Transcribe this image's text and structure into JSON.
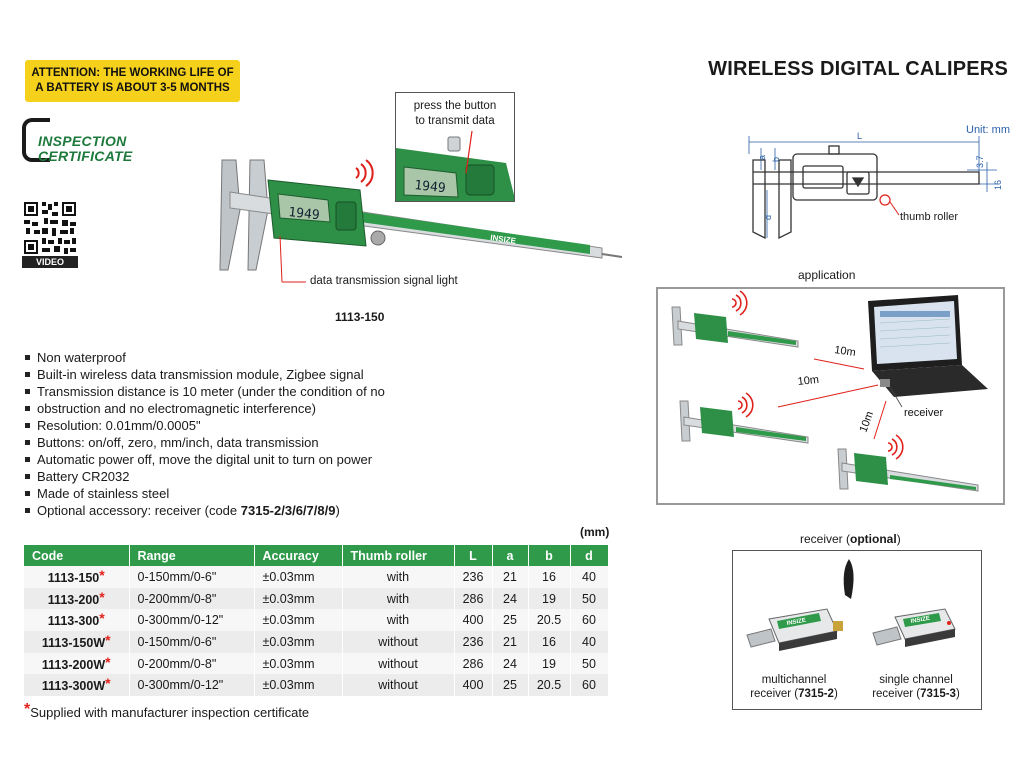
{
  "attention": {
    "line1": "ATTENTION: THE WORKING LIFE OF",
    "line2": "A BATTERY IS ABOUT 3-5 MONTHS"
  },
  "certificate": {
    "line1": "INSPECTION",
    "line2": "CERTIFICATE"
  },
  "video_label": "VIDEO",
  "title": "WIRELESS DIGITAL CALIPERS",
  "product_image": {
    "callout_line1": "press the button",
    "callout_line2": "to transmit data",
    "display_value": "1949",
    "brand": "INSIZE",
    "signal_light_label": "data transmission signal light",
    "model": "1113-150"
  },
  "features": [
    "Non waterproof",
    "Built-in wireless data transmission module, Zigbee signal",
    "Transmission distance is 10 meter (under the condition of no",
    "obstruction and no electromagnetic interference)",
    "Resolution: 0.01mm/0.0005\"",
    "Buttons: on/off, zero, mm/inch, data transmission",
    "Automatic power off, move the digital unit to turn on power",
    "Battery CR2032",
    "Made of stainless steel"
  ],
  "accessory": {
    "prefix": "Optional accessory: receiver (code ",
    "code": "7315-2/3/6/7/8/9",
    "suffix": ")"
  },
  "table": {
    "unit": "(mm)",
    "headers": [
      "Code",
      "Range",
      "Accuracy",
      "Thumb roller",
      "L",
      "a",
      "b",
      "d"
    ],
    "rows": [
      [
        "1113-150",
        "0-150mm/0-6\"",
        "±0.03mm",
        "with",
        "236",
        "21",
        "16",
        "40"
      ],
      [
        "1113-200",
        "0-200mm/0-8\"",
        "±0.03mm",
        "with",
        "286",
        "24",
        "19",
        "50"
      ],
      [
        "1113-300",
        "0-300mm/0-12\"",
        "±0.03mm",
        "with",
        "400",
        "25",
        "20.5",
        "60"
      ],
      [
        "1113-150W",
        "0-150mm/0-6\"",
        "±0.03mm",
        "without",
        "236",
        "21",
        "16",
        "40"
      ],
      [
        "1113-200W",
        "0-200mm/0-8\"",
        "±0.03mm",
        "without",
        "286",
        "24",
        "19",
        "50"
      ],
      [
        "1113-300W",
        "0-300mm/0-12\"",
        "±0.03mm",
        "without",
        "400",
        "25",
        "20.5",
        "60"
      ]
    ],
    "star": "*"
  },
  "footnote": {
    "star": "*",
    "text": "Supplied with manufacturer inspection certificate"
  },
  "dimension_diagram": {
    "unit": "Unit: mm",
    "label_L": "L",
    "label_a": "a",
    "label_b": "b",
    "label_d": "d",
    "label_37": "3.7",
    "label_16": "16",
    "thumb_roller": "thumb roller"
  },
  "application": {
    "label": "application",
    "distance1": "10m",
    "distance2": "10m",
    "distance3": "10m",
    "receiver": "receiver"
  },
  "receivers": {
    "heading_prefix": "receiver (",
    "heading_bold": "optional",
    "heading_suffix": ")",
    "multi_line1": "multichannel",
    "multi_line2_prefix": "receiver (",
    "multi_code": "7315-2",
    "multi_suffix": ")",
    "single_line1": "single channel",
    "single_line2_prefix": "receiver (",
    "single_code": "7315-3",
    "single_suffix": ")",
    "brand": "INSIZE"
  },
  "colors": {
    "green": "#2f9a4a",
    "yellow": "#f6d11c",
    "red": "#e0211b",
    "dim_blue": "#2a5fa8"
  }
}
